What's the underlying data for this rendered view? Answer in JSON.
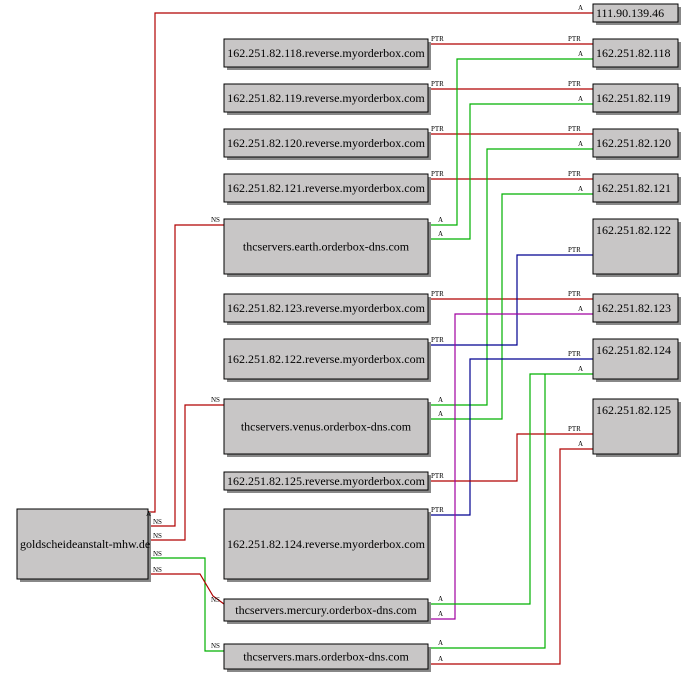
{
  "nodes": {
    "domain": "goldscheideanstalt-mhw.de",
    "ip_111": "111.90.139.46",
    "ip_118": "162.251.82.118",
    "ip_119": "162.251.82.119",
    "ip_120": "162.251.82.120",
    "ip_121": "162.251.82.121",
    "ip_122": "162.251.82.122",
    "ip_123": "162.251.82.123",
    "ip_124": "162.251.82.124",
    "ip_125": "162.251.82.125",
    "rev_118": "162.251.82.118.reverse.myorderbox.com",
    "rev_119": "162.251.82.119.reverse.myorderbox.com",
    "rev_120": "162.251.82.120.reverse.myorderbox.com",
    "rev_121": "162.251.82.121.reverse.myorderbox.com",
    "rev_123": "162.251.82.123.reverse.myorderbox.com",
    "rev_122": "162.251.82.122.reverse.myorderbox.com",
    "rev_125": "162.251.82.125.reverse.myorderbox.com",
    "rev_124": "162.251.82.124.reverse.myorderbox.com",
    "ns_earth": "thcservers.earth.orderbox-dns.com",
    "ns_venus": "thcservers.venus.orderbox-dns.com",
    "ns_mercury": "thcservers.mercury.orderbox-dns.com",
    "ns_mars": "thcservers.mars.orderbox-dns.com"
  },
  "record_types": {
    "a": "A",
    "ptr": "PTR",
    "ns": "NS"
  },
  "colors": {
    "red": "#b00000",
    "green": "#00b000",
    "blue": "#000090",
    "purple": "#a000a0"
  }
}
